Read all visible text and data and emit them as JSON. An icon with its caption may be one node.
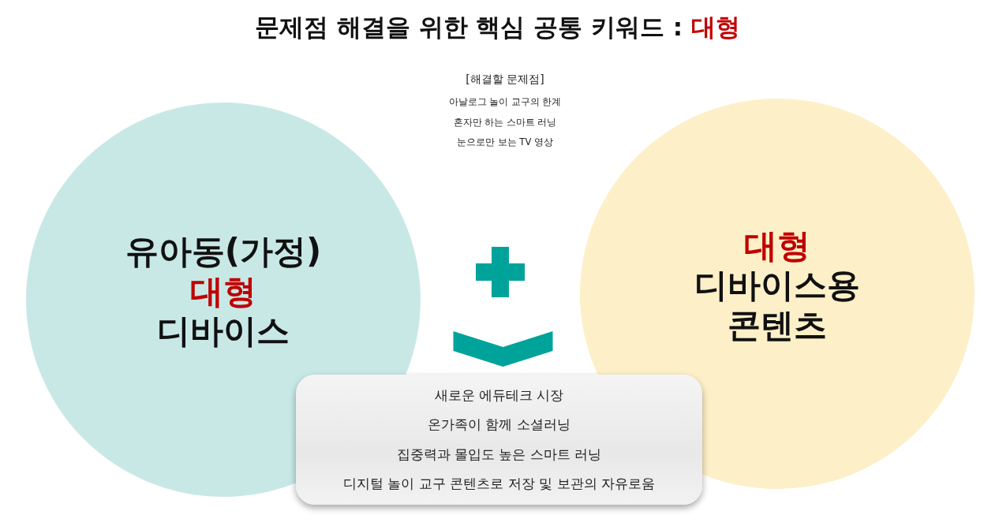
{
  "diagram": {
    "title": "문제점 해결을 위한 핵심 공통 키워드 : **대형**",
    "nodes": [
      {
        "text": [
          "유아동(가정) **대형** 디바이스"
        ]
      },
      {
        "text": [
          "**대형** 디바이스용 콘텐츠"
        ]
      },
      {
        "text": [
          "새로운 에듀테크 시장",
          "온가족이 함께 소셜러닝",
          "집중력과 몰입도 높은 스마트 러닝",
          "디지털 놀이 교구 콘텐츠로 저장 및 보관의 자유로움"
        ]
      }
    ],
    "edges": [
      {
        "from": null,
        "to": 2,
        "arrow": "to"
      }
    ],
    "labels": [
      "[해결할 문제점]",
      "아날로그 놀이 교구의 한계",
      "혼자만 하는 스마트 러닝",
      "눈으로만 보는 TV 영상"
    ]
  }
}
